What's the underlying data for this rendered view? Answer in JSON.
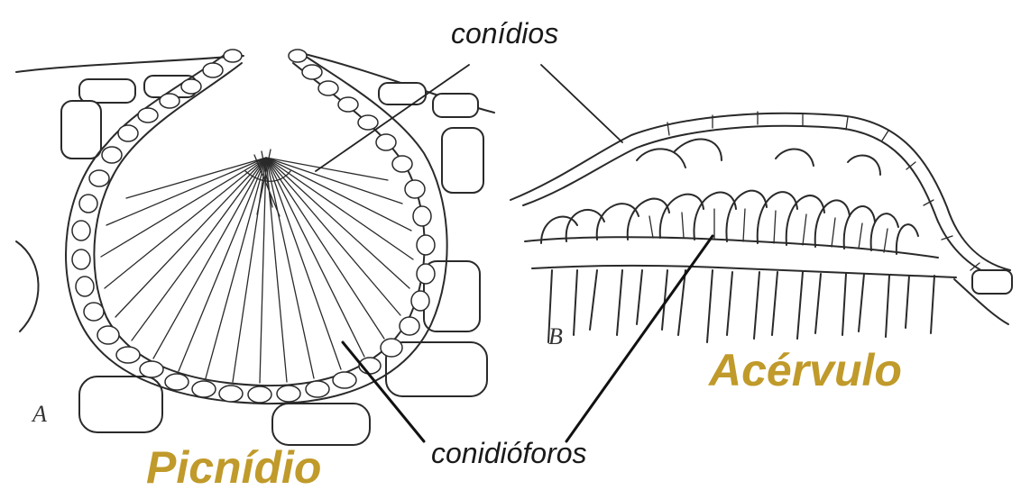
{
  "labels": {
    "conidios": "conídios",
    "conidioforos": "conidióforos",
    "picnidio": "Picnídio",
    "acervulo": "Acérvulo",
    "panel_a": "A",
    "panel_b": "B"
  },
  "colors": {
    "title": "#c09a2a",
    "ink": "#2a2a2a"
  }
}
